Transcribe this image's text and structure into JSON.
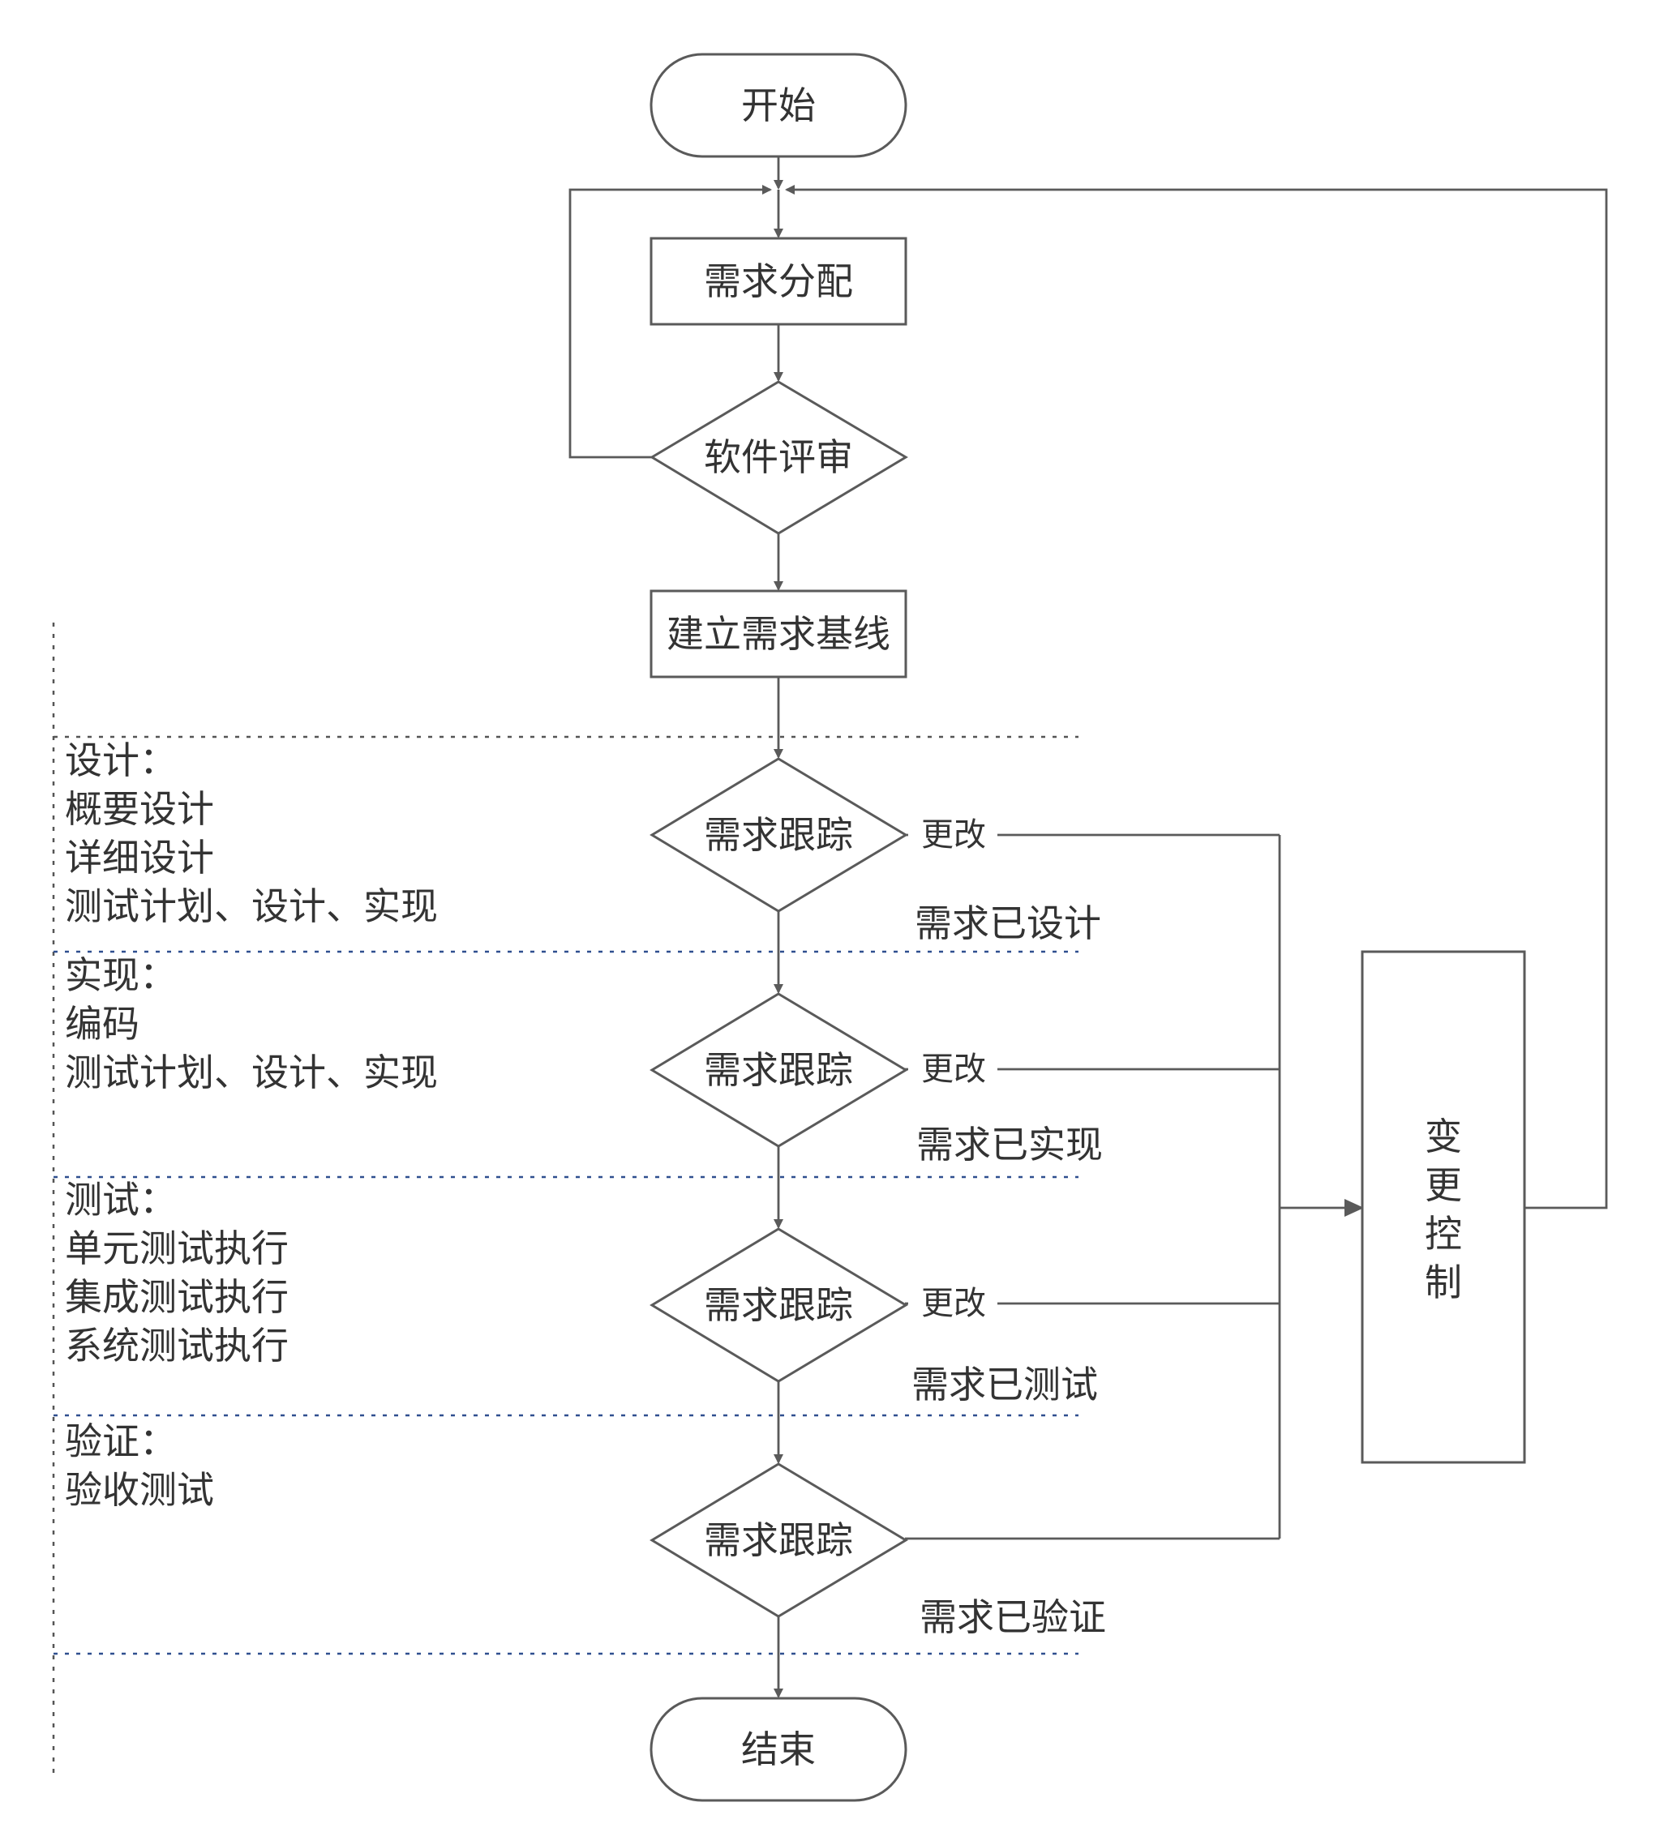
{
  "nodes": {
    "start": "开始",
    "allocate": "需求分配",
    "review": "软件评审",
    "baseline": "建立需求基线",
    "trace": [
      "需求跟踪",
      "需求跟踪",
      "需求跟踪",
      "需求跟踪"
    ],
    "end": "结束",
    "change_control": [
      "变",
      "更",
      "控",
      "制"
    ]
  },
  "edge_labels": {
    "change": [
      "更改",
      "更改",
      "更改"
    ]
  },
  "status_labels": [
    "需求已设计",
    "需求已实现",
    "需求已测试",
    "需求已验证"
  ],
  "phases": [
    {
      "title": "设计：",
      "items": [
        "概要设计",
        "详细设计",
        "测试计划、设计、实现"
      ]
    },
    {
      "title": "实现：",
      "items": [
        "编码",
        "测试计划、设计、实现"
      ]
    },
    {
      "title": "测试：",
      "items": [
        "单元测试执行",
        "集成测试执行",
        "系统测试执行"
      ]
    },
    {
      "title": "验证：",
      "items": [
        "验收测试"
      ]
    }
  ]
}
